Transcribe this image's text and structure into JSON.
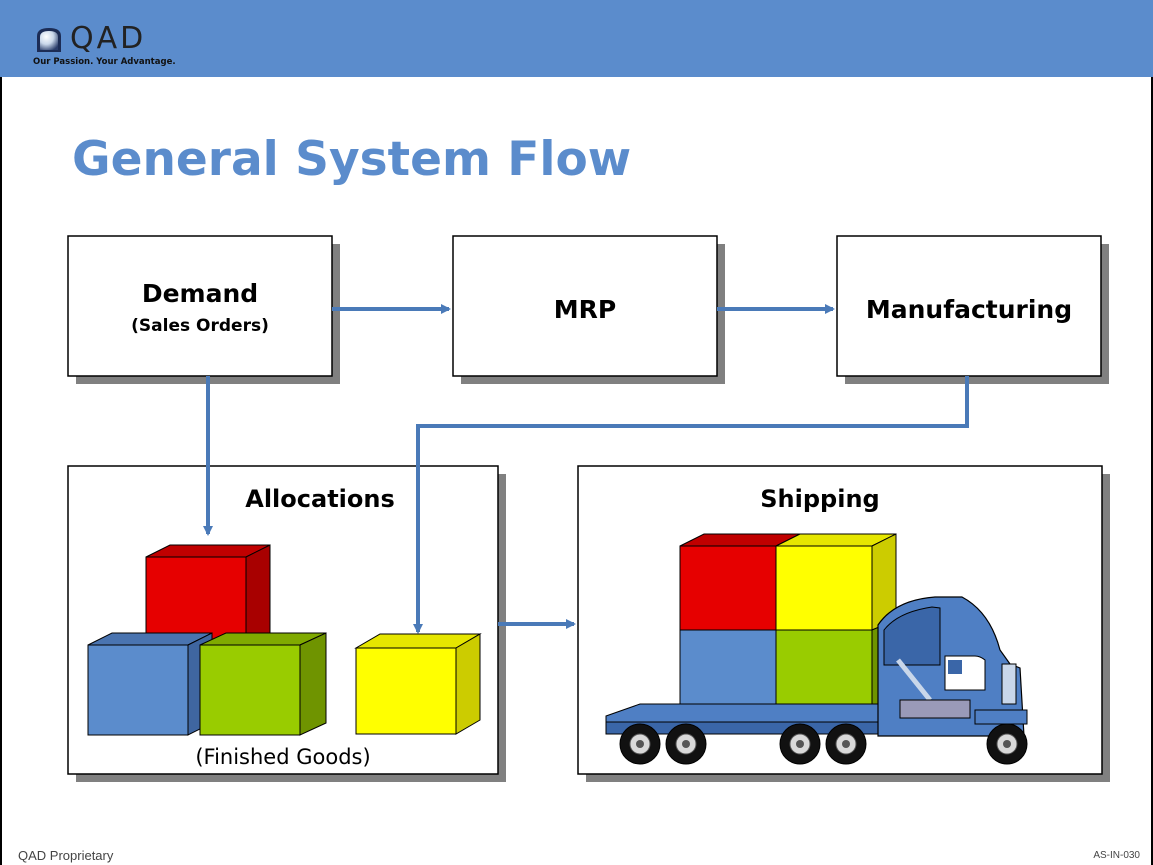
{
  "brand": {
    "logo_text": "QAD",
    "tagline": "Our Passion. Your Advantage.",
    "logo_icon": "qad-globe-logo-icon",
    "header_color": "#5b8ccc"
  },
  "title": "General System Flow",
  "nodes": {
    "demand": {
      "label": "Demand",
      "sublabel": "(Sales Orders)"
    },
    "mrp": {
      "label": "MRP"
    },
    "manufacturing": {
      "label": "Manufacturing"
    },
    "allocations": {
      "label": "Allocations",
      "caption": "(Finished Goods)"
    },
    "shipping": {
      "label": "Shipping"
    }
  },
  "edges": [
    {
      "from": "demand",
      "to": "mrp"
    },
    {
      "from": "mrp",
      "to": "manufacturing"
    },
    {
      "from": "demand",
      "to": "allocations"
    },
    {
      "from": "manufacturing",
      "to": "allocations"
    },
    {
      "from": "allocations",
      "to": "shipping"
    }
  ],
  "colors": {
    "arrow": "#4a7ab8",
    "box_red": "#e60000",
    "box_blue": "#5b8ccc",
    "box_green": "#99cc00",
    "box_yellow": "#ffff00",
    "truck": "#4f7fc4"
  },
  "icons": [
    "cube-icon",
    "truck-icon",
    "arrow-icon"
  ],
  "footer": {
    "left": "QAD Proprietary",
    "right": "AS-IN-030"
  }
}
